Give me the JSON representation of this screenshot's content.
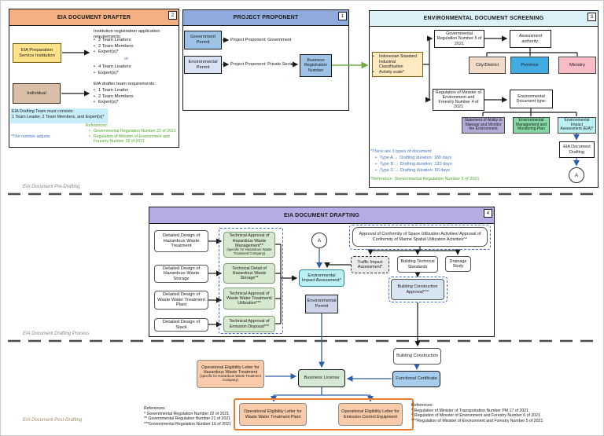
{
  "phases": {
    "pre_label": "EIA Document Pre-Drafting",
    "process_label": "EIA Document Drafting Process",
    "post_label": "EIA Document Post-Drafting"
  },
  "drafter": {
    "badge": "2",
    "title": "EIA DOCUMENT DRAFTER",
    "institution_box": "EIA Preparation Service Institution",
    "institution_req_title": "Institution registration application requirements:",
    "institution_req_a": [
      "2 Team Leaders",
      "2 Team Members",
      "Expert(s)*"
    ],
    "or_label": "or",
    "institution_req_b": [
      "4 Team Leaders",
      "Expert(s)*"
    ],
    "individual_box": "Individual",
    "team_req_title": "EIA drafter team requirements:",
    "team_req": [
      "1 Team Leader",
      "2 Team Members",
      "Expert(s)*"
    ],
    "team_note_line1": "EIA Drafting Team must consists:",
    "team_note_line2": "1 Team Leader, 2 Team Members, and Expert(s)*",
    "references_title": "References:",
    "references": [
      "Governmental Regulation Number 22 of 2021",
      "Regulation of Minister of Environment and Forestry Number 18 of 2021"
    ],
    "footnote": "*The number adjusts"
  },
  "proponent": {
    "badge": "1",
    "title": "PROJECT PROPONENT",
    "government_permit": "Government Permit",
    "government_flow": "Project Proponent: Government",
    "environmental_permit": "Environmental Permit",
    "private_flow": "Project Proponent: Private Sector",
    "business_registration": "Business Registration Number"
  },
  "screening": {
    "badge": "3",
    "title": "ENVIRONMENTAL DOCUMENT SCREENING",
    "criteria": [
      "Indonesian Standard Industrial Classification",
      "Activity scale*"
    ],
    "regulation_5": "Governmental Regulation Number 5 of 2021",
    "authority_title": "Assessment authority:",
    "authorities": [
      "City/District",
      "Province",
      "Ministry"
    ],
    "regulation_4": "Regulation of Minister of Environment and Forestry Number 4 of 2021",
    "doctype_title": "Environmental Document type:",
    "doctypes": [
      "Statement of Ability to Manage and Monitor the Environment",
      "Environmental Management and Monitoring Plan",
      "Environmental Impact Assessment (EIA)*"
    ],
    "eia_drafting_box": "EIA Document Drafting",
    "connector": "A",
    "notes_title": "*There are 3 types of document:",
    "notes": [
      "Type A → Drafting duration: 180 days",
      "Type B → Drafting duration: 120 days",
      "Type C → Drafting duration: 60 days"
    ],
    "reference": "*Reference: Governmental Regulation Number 5 of 2021"
  },
  "drafting": {
    "badge": "4",
    "title": "EIA DOCUMENT DRAFTING",
    "connector": "A",
    "designs": [
      "Detailed Design of Hazardous Waste Treatment",
      "Detailed Design of Hazardous Waste Storage",
      "Detailed Design of Waste Water Treatment Plant",
      "Detailed Design of Stack"
    ],
    "approvals": [
      {
        "label": "Technical Approval of Hazardous Waste Management**",
        "sub": "(specific for Hazardous Waste Treatment Company)"
      },
      {
        "label": "Technical Detail of Hazardous Waste Storage**"
      },
      {
        "label": "Technical Approval of Waste Water Treatment/ Utilization***"
      },
      {
        "label": "Technical Approval of Emission Disposal***"
      }
    ],
    "eia_assessment": "Environmental Impact Assessment^",
    "environmental_permit": "Environmental Permit",
    "space_approval": "Approval of Conformity of Space Utilization Activities/ Approval of Conformity of Marine Spatial Utilization Activities^^",
    "traffic_assessment": "Traffic Impact Assessment*",
    "building_standards": "Building Technical Standards",
    "drainage_study": "Drainage Study",
    "construction_approval": "Building Construction Approval^^^"
  },
  "post": {
    "building_construction": "Building Construction",
    "functional_certificate": "Functional Certificate",
    "hazardous_letter": "Operational Eligibility Letter for Hazardous Waste Treatment",
    "hazardous_letter_sub": "(specific for Hazardous Waste Treatment Company)",
    "business_license": "Business License",
    "waste_water_letter": "Operational Eligibility Letter for Waste Water Treatment Plant",
    "emission_letter": "Operational Eligibility Letter for Emission Control Equipment",
    "references_left_title": "References:",
    "references_left": [
      "*  Governmental Regulation Number 22 of 2021",
      "**  Governmental Regulation Number 21 of 2021",
      "***Governmental Regulation Number 16 of 2021"
    ],
    "references_right_title": "References:",
    "references_right": [
      "*  Regulation of Minister of Transportation Number PM 17 of 2021",
      "^  Regulation of Minister of Environment and Forestry Number 6 of 2021",
      "^^^Regulation of Minister of Environment and Forestry Number 5 of 2021"
    ]
  },
  "colors": {
    "drafter_header": "#F4B083",
    "proponent_header": "#8FAADC",
    "screening_header": "#DCF0F8",
    "drafting_header": "#B5ACE4",
    "institution_yellow": "#FFE28A",
    "individual_tan": "#D9BFA8",
    "permit_blue": "#9DC3E6",
    "permit_light": "#D9E2F3",
    "criteria_wheat": "#FFE9C0",
    "city_tan": "#F1DBC8",
    "province_blue": "#41ACE1",
    "ministry_pink": "#F7BCC4",
    "statement_lavender": "#B3ABD9",
    "management_green": "#85D8A3",
    "eia_cyan": "#BBF0F2",
    "approval_green": "#D6E8CE",
    "business_license_green": "#D5E8D4",
    "letter_peach": "#F9CBA8",
    "flow_blue": "#2E5FAC",
    "flow_green": "#70AD47",
    "accent_orange": "#ED7D31"
  }
}
